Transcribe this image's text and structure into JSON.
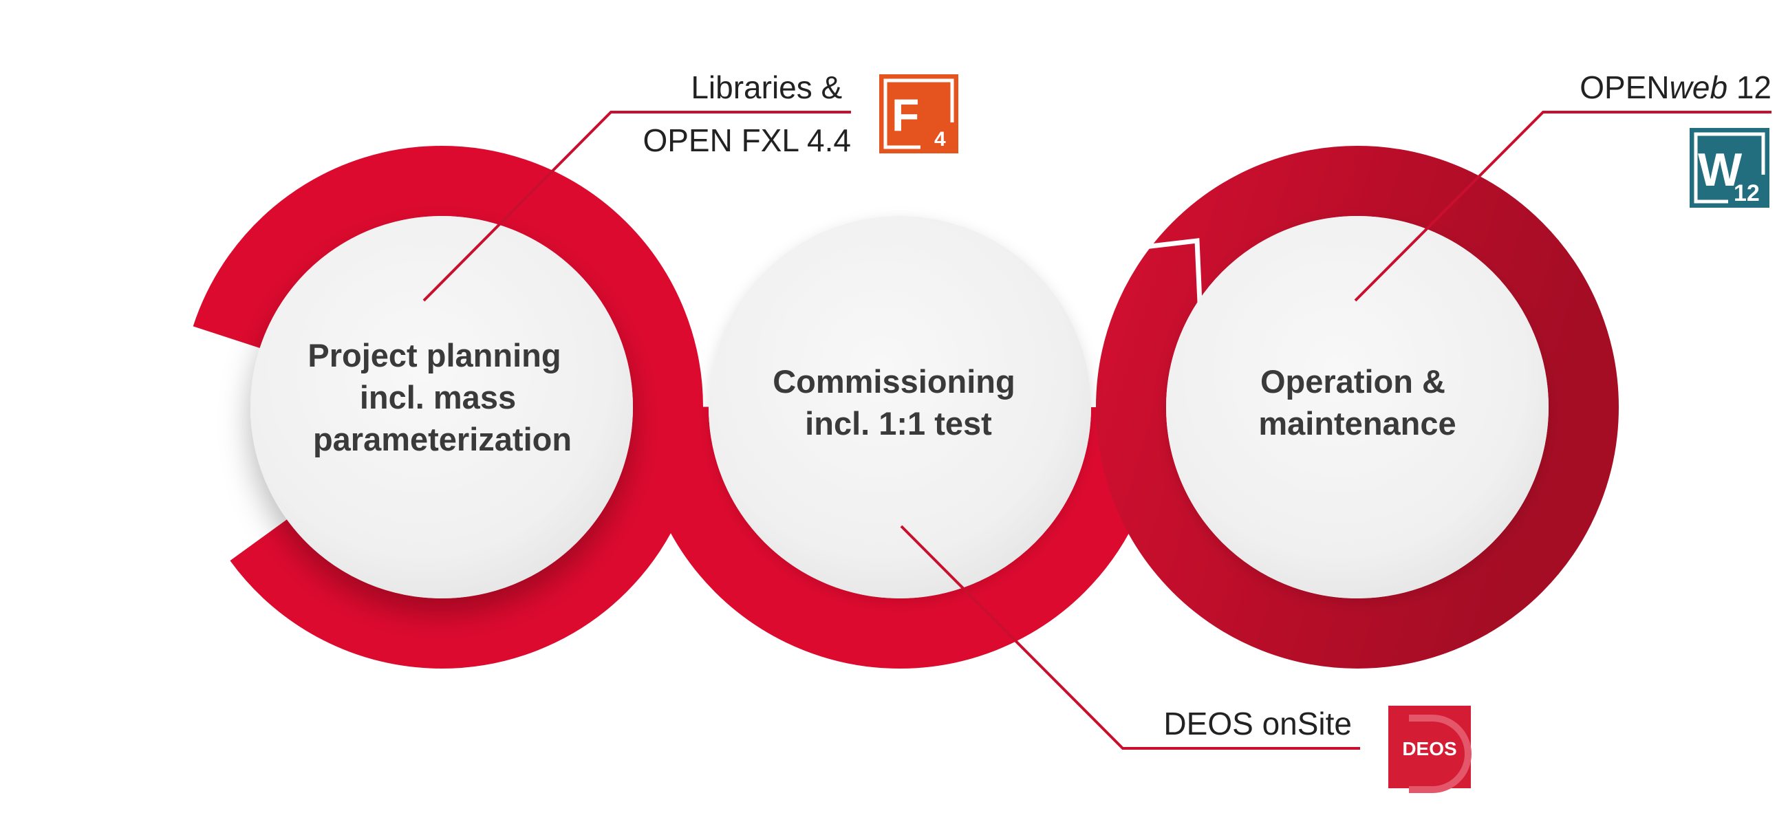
{
  "colors": {
    "ring_red": "#dd0a2f",
    "ring_dark_red": "#a8102a",
    "disc_light": "#f7f7f7",
    "disc_shadow": "#e2e2e2",
    "fxl_orange": "#e5531e",
    "web_teal": "#236e7e",
    "deos_red": "#d41c34",
    "text": "#222222",
    "node_text": "#3a3a3a"
  },
  "nodes": [
    {
      "lines": [
        "Project planning",
        "incl. mass",
        "parameterization"
      ]
    },
    {
      "lines": [
        "Commissioning",
        "incl. 1:1 test"
      ]
    },
    {
      "lines": [
        "Operation &",
        "maintenance"
      ]
    }
  ],
  "callouts": {
    "libraries": {
      "line1": "Libraries &",
      "line2": "OPEN FXL 4.4"
    },
    "openweb": {
      "prefix": "OPEN",
      "italic": "web",
      "suffix": " 12"
    },
    "deos": {
      "text": "DEOS onSite"
    }
  },
  "logos": {
    "fxl": {
      "letter": "F",
      "sub": "4",
      "icon": "fxl-logo-icon"
    },
    "web": {
      "letter": "W",
      "sub": "12",
      "icon": "openweb-logo-icon"
    },
    "deos": {
      "text": "DEOS",
      "icon": "deos-logo-icon"
    }
  }
}
